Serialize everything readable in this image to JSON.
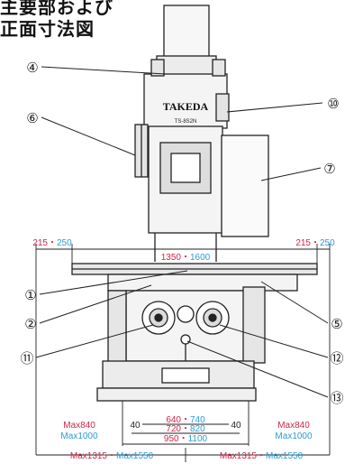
{
  "title": {
    "line1": "主要部および",
    "line2": "正面寸法図"
  },
  "machine": {
    "brand": "TAKEDA",
    "model": "TS-8S2N"
  },
  "callouts": {
    "c1": "①",
    "c2": "②",
    "c4": "④",
    "c5": "⑤",
    "c6": "⑥",
    "c7": "⑦",
    "c10": "⑩",
    "c11": "⑪",
    "c12": "⑫",
    "c13": "⑬"
  },
  "dimensions": {
    "left_overtravel_red": "215",
    "left_overtravel_blue": "250",
    "right_overtravel_red": "215",
    "right_overtravel_blue": "250",
    "table_len_red": "1350",
    "table_len_blue": "1600",
    "left_margin": "40",
    "right_margin": "40",
    "stroke1_red": "640",
    "stroke1_blue": "740",
    "stroke2_red": "720",
    "stroke2_blue": "820",
    "stroke3_red": "950",
    "stroke3_blue": "1100",
    "left_max_red": "Max840",
    "left_max_blue": "Max1000",
    "right_max_red": "Max840",
    "right_max_blue": "Max1000",
    "bottom_left_red": "Max1315",
    "bottom_left_blue": "Max1550",
    "bottom_right_red": "Max1315",
    "bottom_right_blue": "Max1550",
    "separator": "・"
  },
  "colors": {
    "red": "#d0264a",
    "blue": "#2e9bd6",
    "line": "#222222",
    "body_fill": "#f4f4f4",
    "shade": "#dcdcdc"
  }
}
